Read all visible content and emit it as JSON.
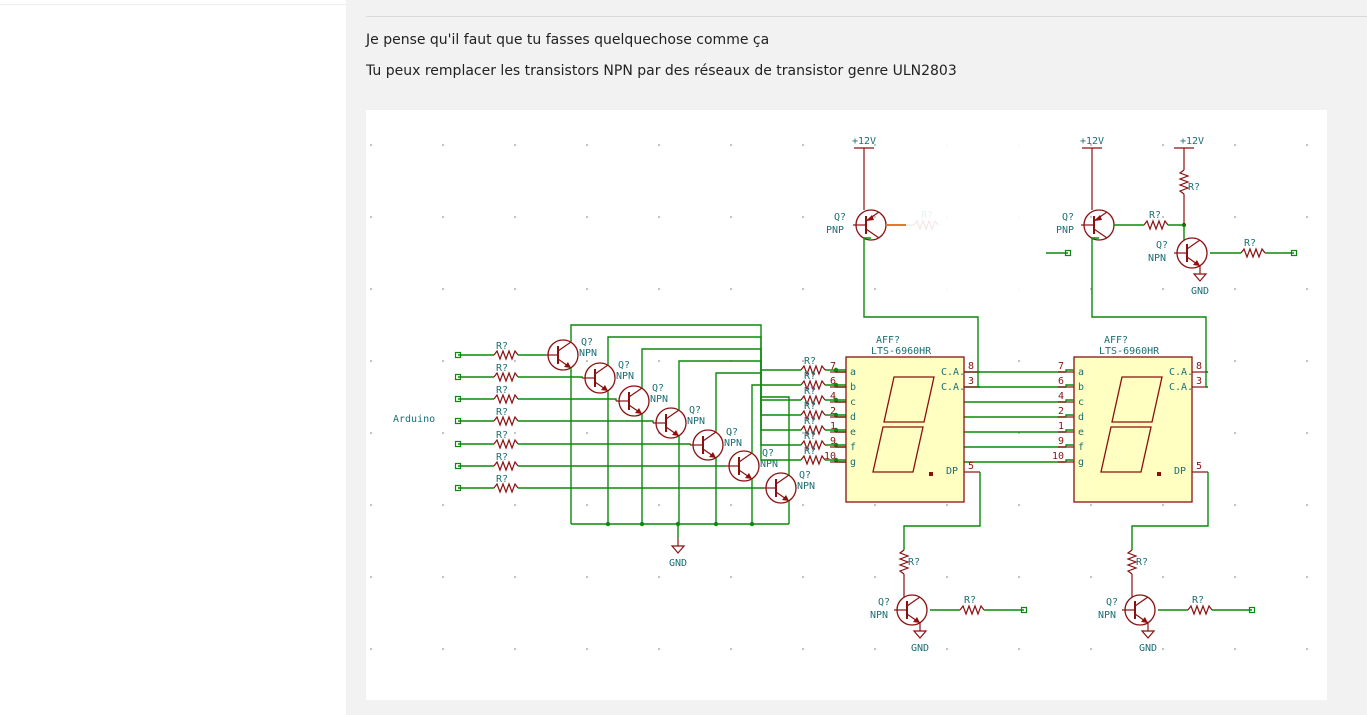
{
  "post": {
    "line1": "Je pense qu'il faut que tu fasses quelquechose comme ça",
    "line2": "Tu peux remplacer les transistors NPN par des réseaux de transistor genre ULN2803"
  },
  "schematic": {
    "input_label": "Arduino",
    "supply_label": "+12V",
    "ground_label": "GND",
    "transistor_ref": "Q?",
    "npn_label": "NPN",
    "pnp_label": "PNP",
    "resistor_ref": "R?",
    "display_ref": "AFF?",
    "display_part": "LTS-6960HR",
    "common_anode_label": "C.A.",
    "dp_label": "DP",
    "segment_letters": [
      "a",
      "b",
      "c",
      "d",
      "e",
      "f",
      "g"
    ],
    "segment_pins": [
      "7",
      "6",
      "4",
      "2",
      "1",
      "9",
      "10"
    ],
    "ca_pins": [
      "8",
      "3"
    ],
    "dp_pin": "5"
  }
}
